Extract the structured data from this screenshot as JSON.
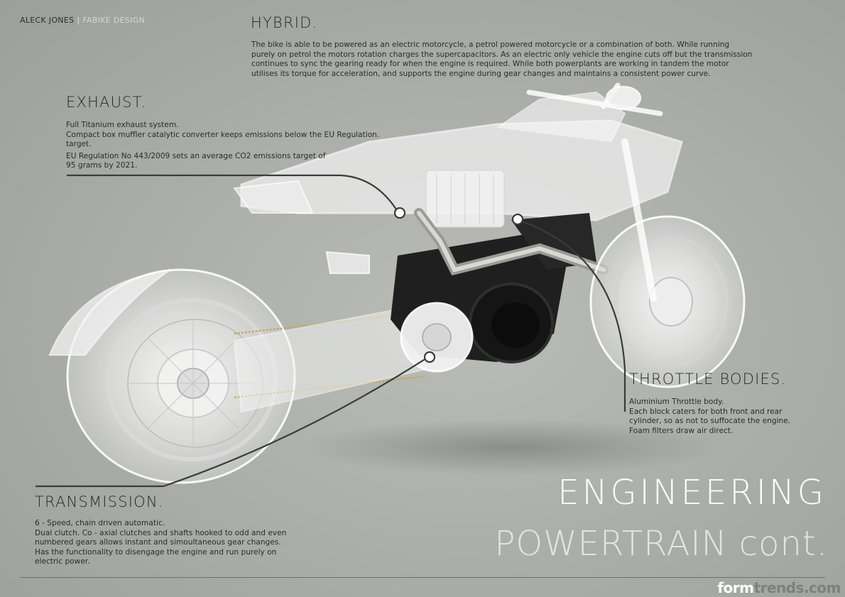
{
  "author": {
    "name": "ALECK JONES",
    "separator": "|",
    "subtitle": "FABIKE DESIGN"
  },
  "sections": {
    "hybrid": {
      "heading": "HYBRID.",
      "lines": [
        "The bike is able to be powered as an electric motorcycle, a petrol powered motorcycle or a combination of both. While running",
        "purely on petrol the motors rotation charges the supercapacitors. As an electric only vehicle the engine cuts off but the transmission",
        "continues to sync the gearing ready for when the engine is required. While both powerplants are working in tandem the motor",
        "utilises its torque for acceleration, and supports the engine during gear changes and maintains a consistent power curve."
      ]
    },
    "exhaust": {
      "heading": "EXHAUST.",
      "lines": [
        "Full Titanium exhaust system.",
        "Compact box muffler catalytic converter keeps emissions below the EU Regulation.",
        "target.",
        "EU Regulation No 443/2009 sets an average CO2 emissions target of",
        "95 grams by 2021."
      ]
    },
    "throttle": {
      "heading": "THROTTLE BODIES.",
      "lines": [
        "Aluminium Throttle body.",
        "Each block caters for both front and rear",
        "cylinder, so as not to suffocate the engine.",
        "Foam filters draw air direct."
      ]
    },
    "transmission": {
      "heading": "TRANSMISSION.",
      "lines": [
        "6 - Speed, chain driven automatic.",
        "Dual clutch. Co - axial clutches and shafts hooked to odd and even",
        "numbered gears allows instant and simoultaneous gear changes.",
        "Has the functionality to disengage the engine and run purely on",
        "electric power."
      ]
    }
  },
  "title": {
    "main": "ENGINEERING",
    "sub": "POWERTRAIN cont."
  },
  "watermark": {
    "part1": "form",
    "part2": "trends.com"
  },
  "illustration": {
    "icon": "motorcycle-xray-illustration"
  },
  "colors": {
    "background": "#a9aca7",
    "title": "#fbfbfb",
    "leader_line": "#3a3c3a"
  }
}
